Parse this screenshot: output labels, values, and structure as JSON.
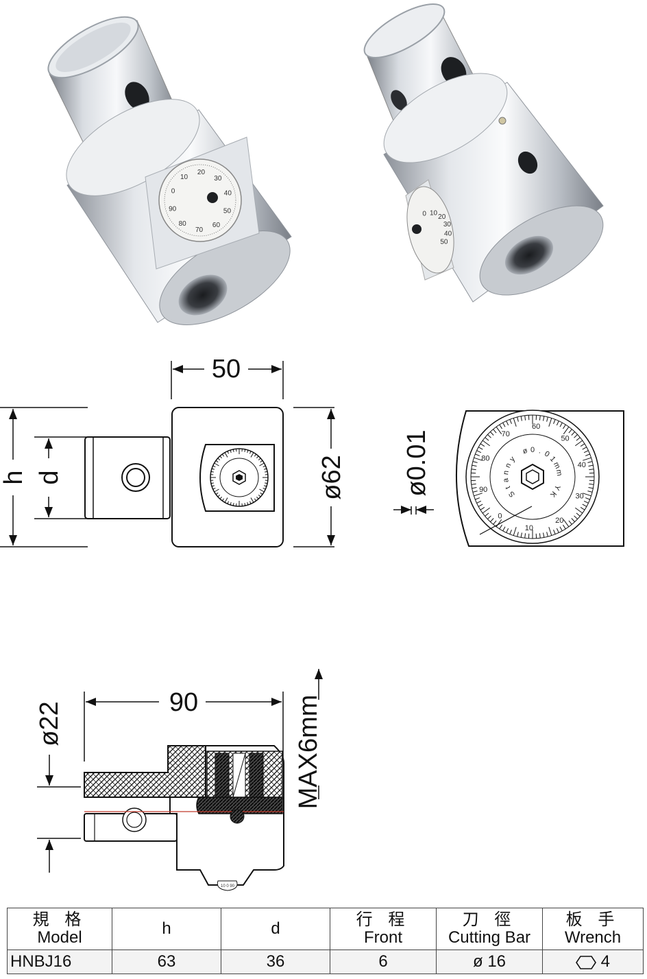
{
  "photo": {
    "left_dial_numbers": [
      "0",
      "10",
      "20",
      "30",
      "40",
      "50",
      "60",
      "70",
      "80",
      "90"
    ],
    "right_dial_numbers": [
      "0",
      "10",
      "20",
      "30",
      "40",
      "50"
    ]
  },
  "front_view": {
    "width_label": "50",
    "diameter_label": "ø62",
    "h_label": "h",
    "d_label": "d"
  },
  "dial_view": {
    "precision_label": "ø0.01",
    "dial_numbers": [
      "0",
      "10",
      "20",
      "30",
      "40",
      "50",
      "60",
      "70",
      "80",
      "90"
    ],
    "dial_text": "Stanny ø0.01mm YK"
  },
  "section_view": {
    "length_label": "90",
    "diameter_label": "ø22",
    "travel_label": "MAX6mm"
  },
  "table": {
    "headers": [
      {
        "zh": "規 格",
        "en": "Model"
      },
      {
        "zh": "",
        "en": "h"
      },
      {
        "zh": "",
        "en": "d"
      },
      {
        "zh": "行 程",
        "en": "Front"
      },
      {
        "zh": "刀 徑",
        "en": "Cutting Bar"
      },
      {
        "zh": "板 手",
        "en": "Wrench"
      }
    ],
    "rows": [
      {
        "model": "HNBJ16",
        "h": "63",
        "d": "36",
        "front": "6",
        "cutting_bar": "ø 16",
        "wrench": "4"
      }
    ]
  }
}
